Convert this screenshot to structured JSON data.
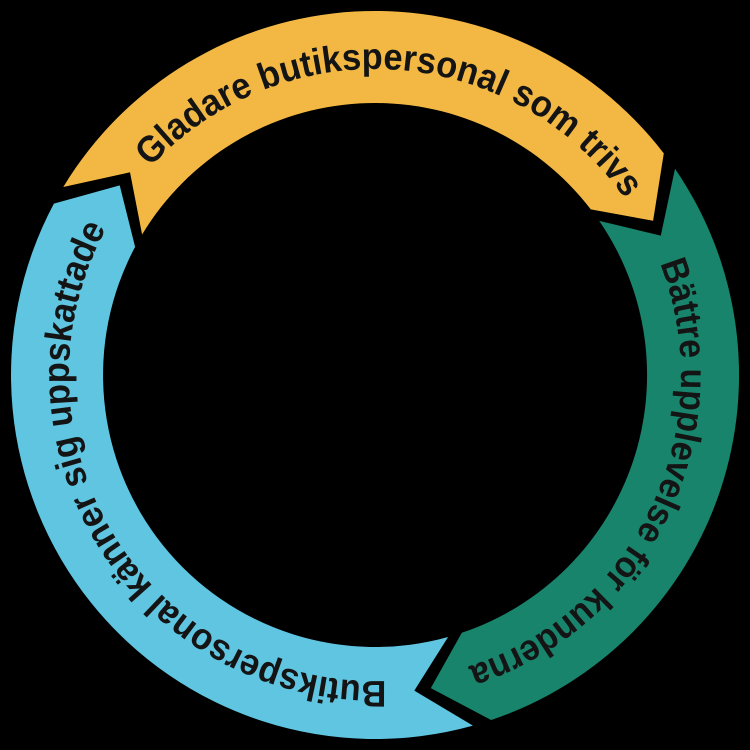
{
  "diagram": {
    "type": "cycle-diagram",
    "direction": "clockwise",
    "background_color": "#000000",
    "label_color": "#141414",
    "segments": [
      {
        "position": "top",
        "label": "Gladare butikspersonal som trivs",
        "color": "#F3B843"
      },
      {
        "position": "right",
        "label": "Bättre upplevelse för kunderna",
        "color": "#18846C"
      },
      {
        "position": "left",
        "label": "Butikspersonal känner sig uppskattade",
        "color": "#5FC5E1"
      }
    ]
  }
}
